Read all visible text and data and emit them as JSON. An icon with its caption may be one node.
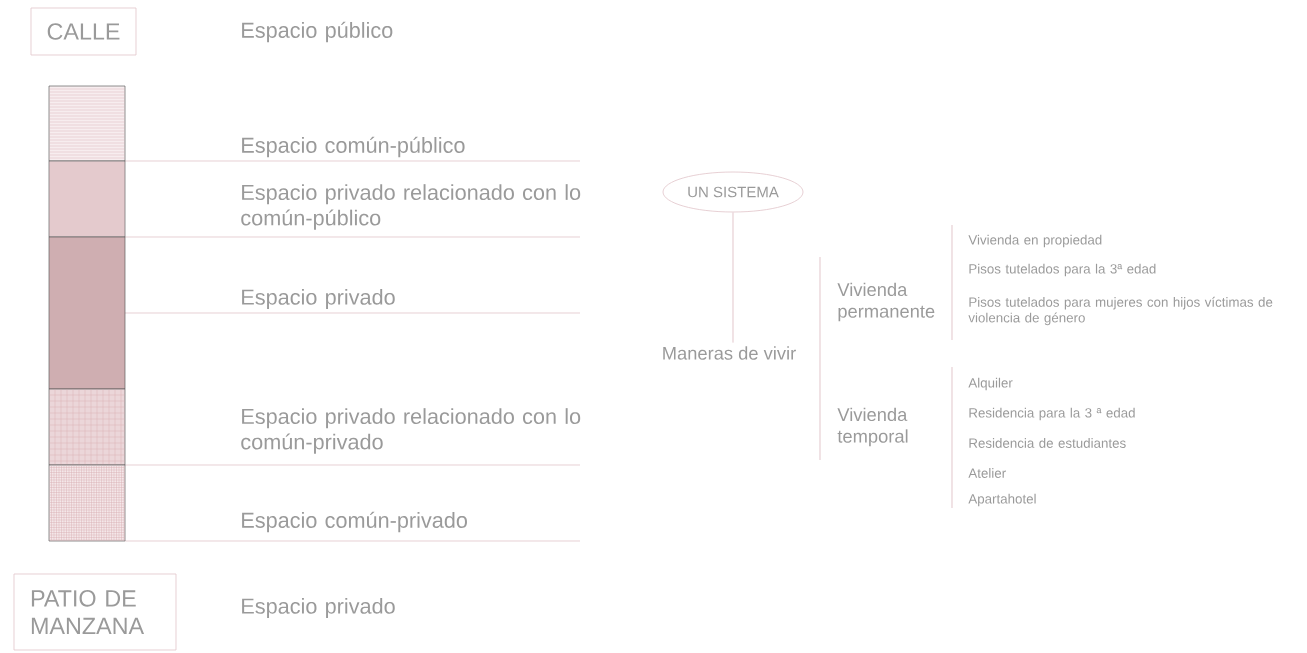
{
  "diagram": {
    "nodes": [
      {
        "text": [
          "CALLE"
        ]
      },
      {
        "text": [],
        "shape": "bar"
      },
      {
        "text": [],
        "shape": "bar"
      },
      {
        "text": [],
        "shape": "bar"
      },
      {
        "text": [],
        "shape": "bar"
      },
      {
        "text": [],
        "shape": "bar"
      },
      {
        "text": [
          "PATIO DE MANZANA"
        ]
      },
      {
        "text": [
          "UN SISTEMA"
        ]
      },
      {
        "text": [
          "Maneras de vivir"
        ]
      }
    ],
    "edges": [
      {
        "from": 7,
        "to": 8,
        "arrow": "none"
      }
    ],
    "labels": [
      "Espacio público",
      "Espacio común-público",
      "Espacio privado relacionado con lo común-público",
      "Espacio privado",
      "Espacio privado relacionado con lo común-privado",
      "Espacio común-privado",
      "Espacio privado",
      "Vivienda permanente",
      "Vivienda en propiedad",
      "Pisos tutelados para la 3ª edad",
      "Pisos tutelados para mujeres con hijos víctimas de violencia de género",
      "Vivienda temporal",
      "Alquiler",
      "Residencia para la 3 ª edad",
      "Residencia de estudiantes",
      "Atelier",
      "Apartahotel"
    ]
  }
}
